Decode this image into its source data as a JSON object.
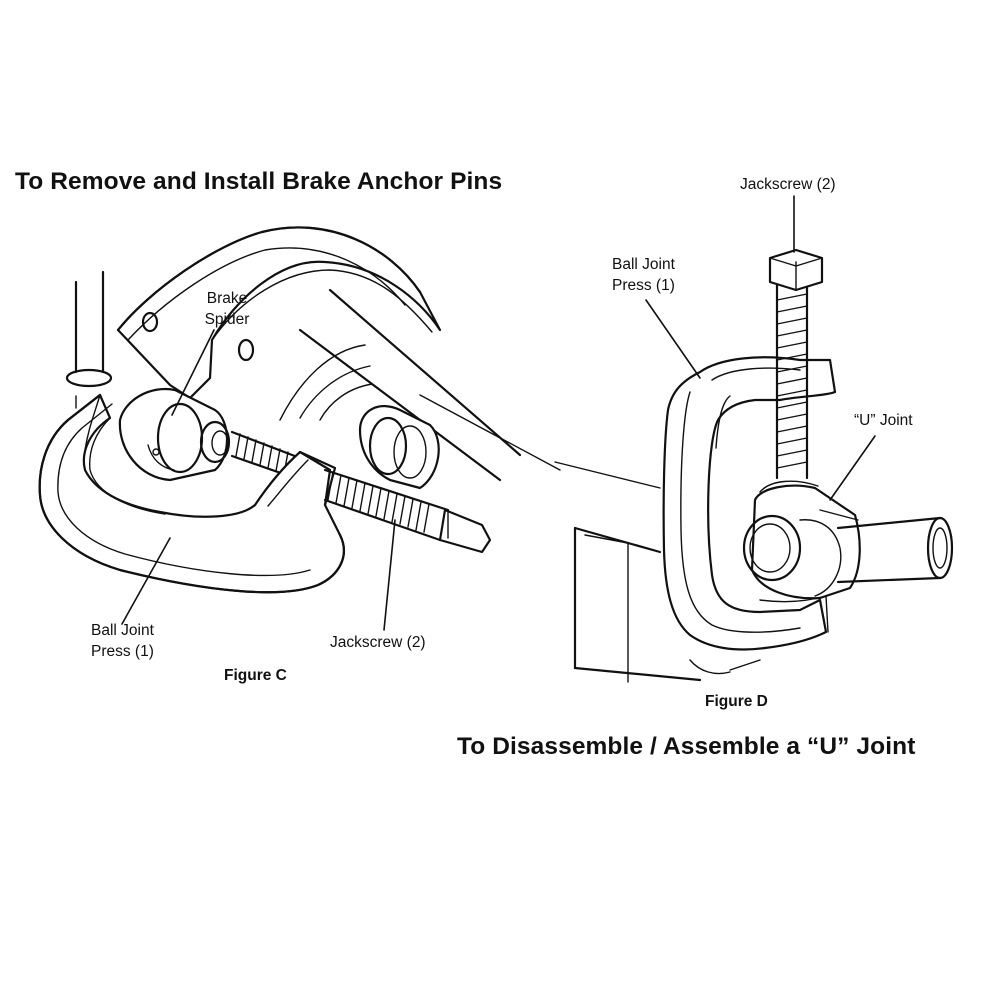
{
  "figure_c": {
    "heading": "To Remove and Install Brake Anchor Pins",
    "caption": "Figure C",
    "labels": {
      "brake_spider": [
        "Brake",
        "Spider"
      ],
      "ball_joint_press": [
        "Ball Joint",
        "Press (1)"
      ],
      "jackscrew": "Jackscrew (2)"
    }
  },
  "figure_d": {
    "heading": "To Disassemble / Assemble a “U” Joint",
    "caption": "Figure D",
    "labels": {
      "jackscrew": "Jackscrew (2)",
      "ball_joint_press": [
        "Ball Joint",
        "Press (1)"
      ],
      "u_joint": "“U” Joint"
    }
  }
}
